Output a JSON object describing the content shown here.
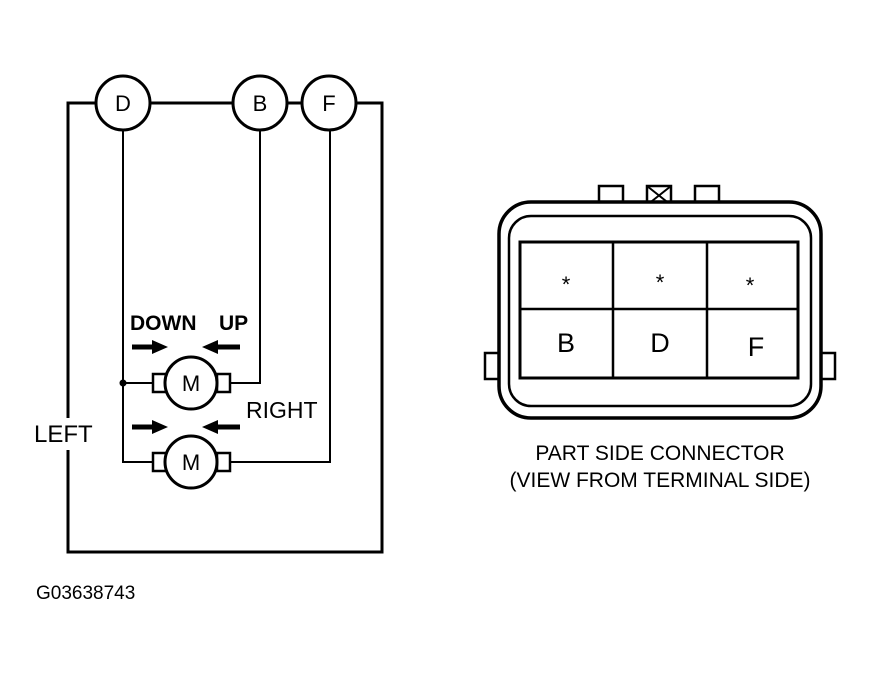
{
  "terminals": {
    "d": "D",
    "b": "B",
    "f": "F"
  },
  "motors": {
    "upper": "M",
    "lower": "M"
  },
  "labels": {
    "down": "DOWN",
    "up": "UP",
    "right": "RIGHT",
    "left": "LEFT"
  },
  "connector": {
    "top_row": [
      "*",
      "*",
      "*"
    ],
    "bottom_row": [
      "B",
      "D",
      "F"
    ],
    "caption_line1": "PART SIDE CONNECTOR",
    "caption_line2": "(VIEW FROM TERMINAL SIDE)"
  },
  "figure_id": "G03638743"
}
